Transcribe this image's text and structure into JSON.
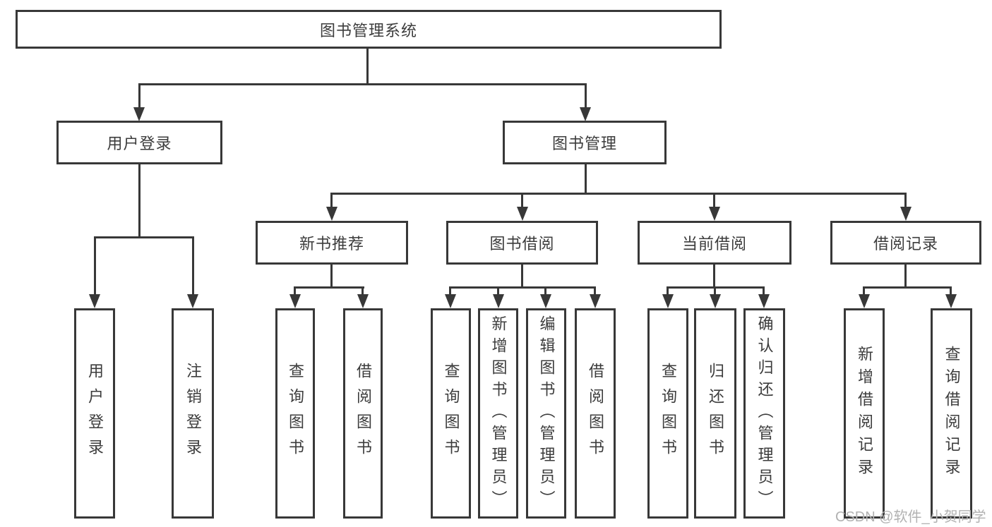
{
  "root": {
    "label": "图书管理系统"
  },
  "level2": {
    "user_login": {
      "label": "用户登录"
    },
    "book_mgmt": {
      "label": "图书管理"
    }
  },
  "level3": {
    "new_books": {
      "label": "新书推荐"
    },
    "borrow": {
      "label": "图书借阅"
    },
    "current": {
      "label": "当前借阅"
    },
    "records": {
      "label": "借阅记录"
    }
  },
  "leaves": {
    "user_login": "用户登录",
    "logout": "注销登录",
    "nb_query": "查询图书",
    "nb_borrow": "借阅图书",
    "bb_query": "查询图书",
    "bb_add": "新增图书（管理员）",
    "bb_edit": "编辑图书（管理员）",
    "bb_borrow": "借阅图书",
    "cb_query": "查询图书",
    "cb_return": "归还图书",
    "cb_confirm": "确认归还（管理员）",
    "br_add": "新增借阅记录",
    "br_query": "查询借阅记录"
  },
  "watermark": "CSDN @软件_小贺同学",
  "colors": {
    "line": "#383838",
    "text": "#3c3c3c",
    "watermark": "#b2b2b2",
    "background": "#ffffff"
  }
}
